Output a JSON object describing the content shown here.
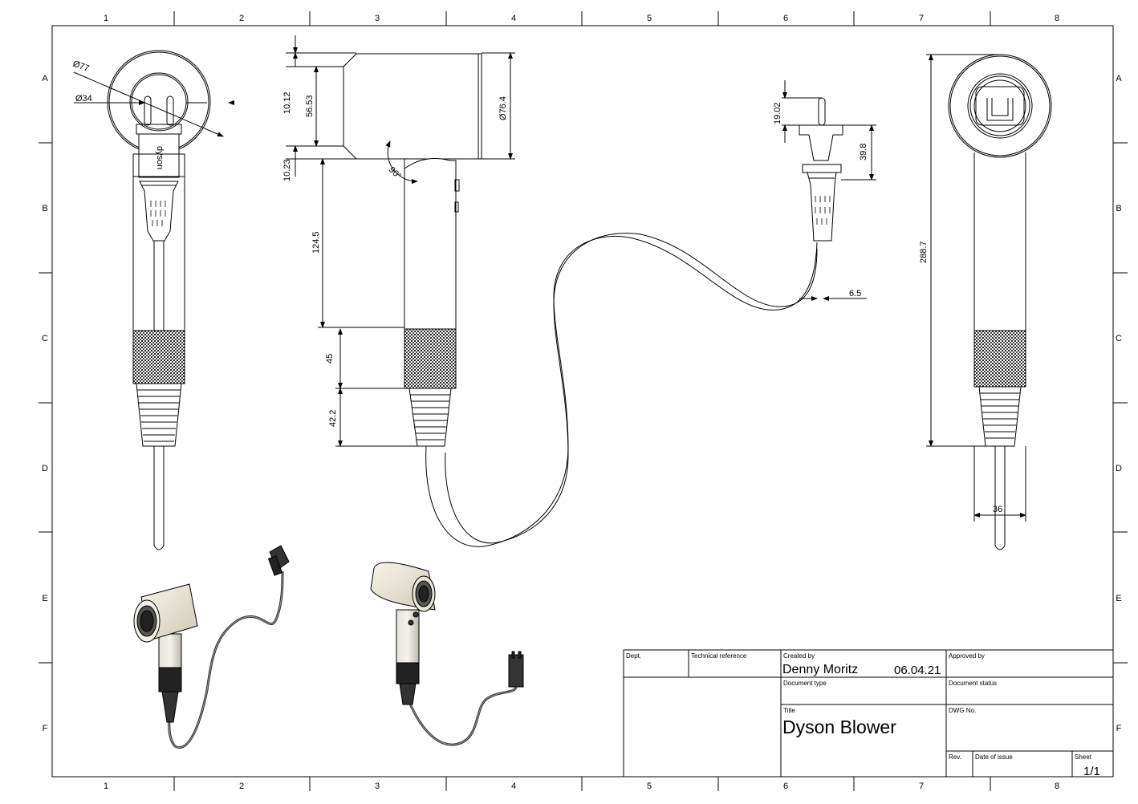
{
  "grid": {
    "columns": [
      "1",
      "2",
      "3",
      "4",
      "5",
      "6",
      "7",
      "8"
    ],
    "rows": [
      "A",
      "B",
      "C",
      "D",
      "E",
      "F"
    ]
  },
  "dimensions": {
    "dia_outer": "Ø77",
    "dia_inner": "Ø34",
    "d_10_12": "10.12",
    "d_56_53": "56.53",
    "d_10_23": "10.23",
    "d_124_5": "124.5",
    "d_45": "45",
    "d_42_2": "42.2",
    "dia_76_4": "Ø76.4",
    "angle_90": "90°",
    "d_19_02": "19.02",
    "d_39_8": "39.8",
    "d_6_5": "6.5",
    "d_288_7": "288.7",
    "d_36": "36"
  },
  "title_block": {
    "dept_label": "Dept.",
    "tech_ref_label": "Technical reference",
    "created_by_label": "Created by",
    "created_by_value": "Denny Moritz",
    "created_date": "06.04.21",
    "approved_by_label": "Approved by",
    "document_type_label": "Document type",
    "document_status_label": "Document status",
    "title_label": "Title",
    "title_value": "Dyson Blower",
    "dwg_no_label": "DWG No.",
    "rev_label": "Rev.",
    "date_of_issue_label": "Date of issue",
    "sheet_label": "Sheet",
    "sheet_value": "1/1"
  }
}
